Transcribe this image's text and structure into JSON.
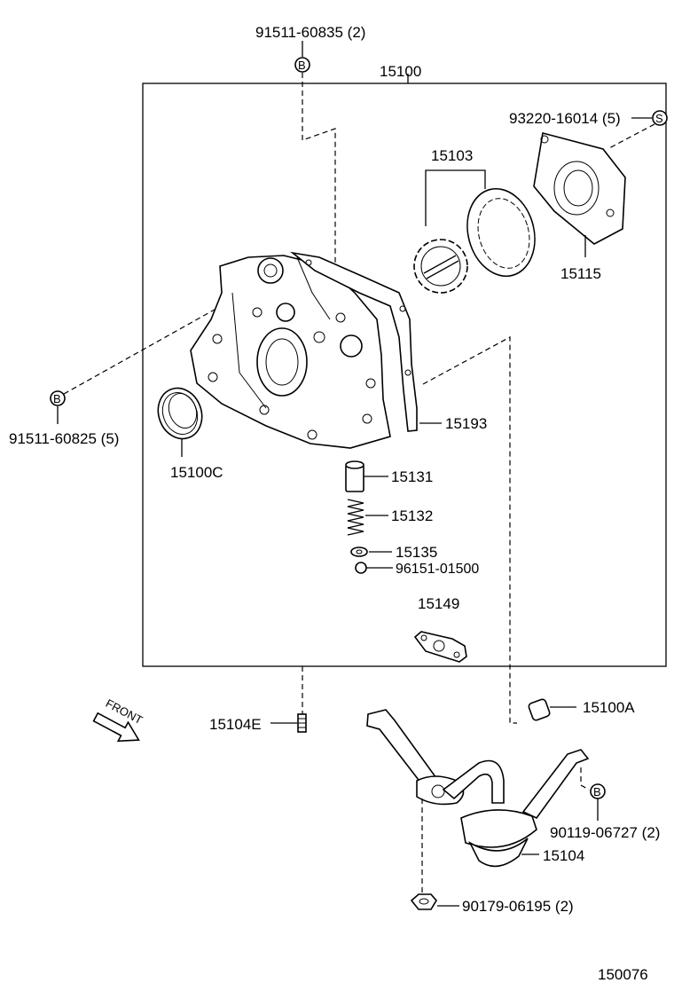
{
  "diagram_id": "150076",
  "frame_label": "15100",
  "front_label": "FRONT",
  "callouts": {
    "b_marker": "B",
    "s_marker": "S"
  },
  "parts": {
    "bolt_top": "91511-60835 (2)",
    "bolt_left": "91511-60825 (5)",
    "screw_cover": "93220-16014 (5)",
    "gear_set": "15103",
    "cover_plate": "15115",
    "gasket_pump": "15193",
    "oil_seal": "15100C",
    "relief_valve": "15131",
    "spring": "15132",
    "retainer": "15135",
    "snap_ring": "96151-01500",
    "gasket_strainer": "15149",
    "stud": "15104E",
    "plug": "15100A",
    "bolt_strainer": "90119-06727 (2)",
    "strainer": "15104",
    "nut": "90179-06195 (2)"
  }
}
